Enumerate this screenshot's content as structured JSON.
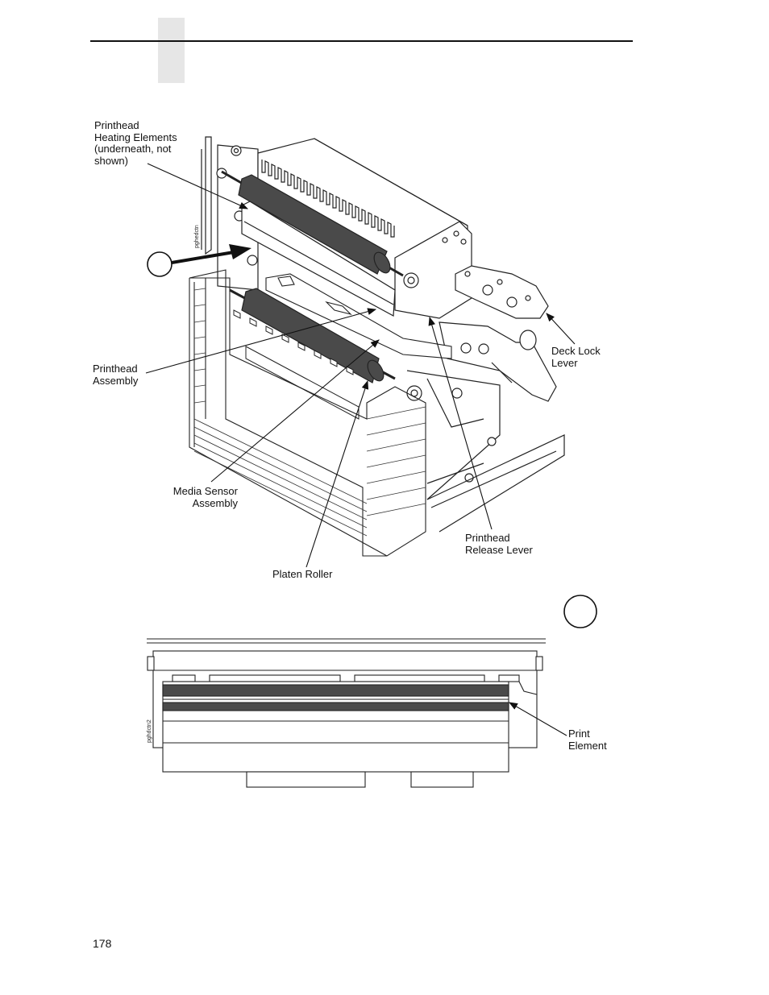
{
  "header": {
    "tab_color": "#e6e6e6"
  },
  "figure_top": {
    "code": "pghedctn",
    "labels": {
      "heating_elements": "Printhead\nHeating Elements\n(underneath, not\nshown)",
      "printhead_assembly": "Printhead\nAssembly",
      "deck_lock_lever": "Deck Lock\nLever",
      "media_sensor": "Media Sensor\nAssembly",
      "printhead_release": "Printhead\nRelease Lever",
      "platen_roller": "Platen Roller"
    }
  },
  "figure_bottom": {
    "code": "pghdctn2",
    "labels": {
      "print_element": "Print\nElement"
    }
  },
  "footer": {
    "page_number": "178"
  }
}
